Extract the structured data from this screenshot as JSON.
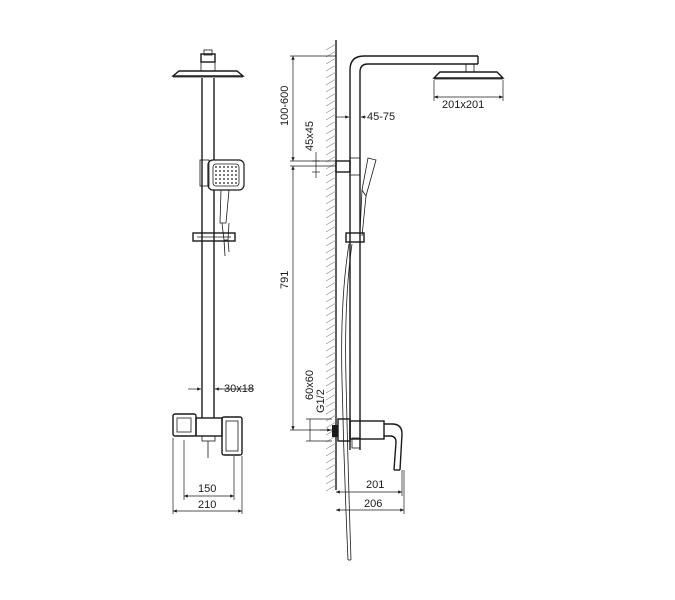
{
  "dimensions": {
    "head_size": "201x201",
    "arm_drop": "100-600",
    "wall_offset": "45-75",
    "bracket_size": "45x45",
    "rail_height": "791",
    "pipe_section": "30x18",
    "mixer_plate": "60x60",
    "thread": "G1/2",
    "spout_reach": "201",
    "total_depth": "206",
    "inlet_spacing": "150",
    "mixer_width": "210"
  },
  "colors": {
    "line": "#1a1a1a",
    "wall_hatch": "#8a8a8a",
    "background": "#ffffff"
  }
}
